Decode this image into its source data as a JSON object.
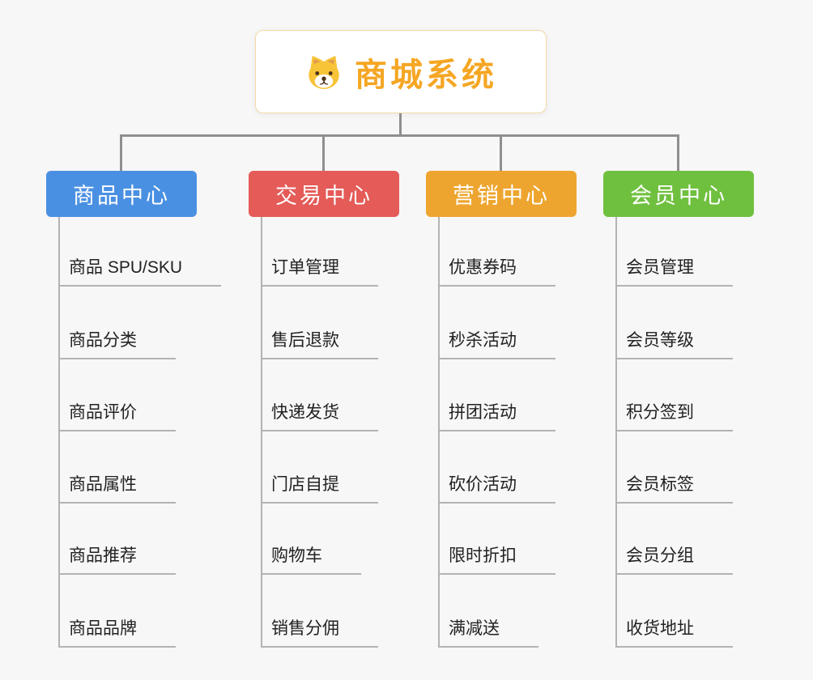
{
  "root": {
    "title": "商城系统",
    "icon": "dog-icon",
    "title_color": "#f5a623"
  },
  "branches": [
    {
      "label": "商品中心",
      "color": "#4a90e2",
      "children": [
        "商品 SPU/SKU",
        "商品分类",
        "商品评价",
        "商品属性",
        "商品推荐",
        "商品品牌"
      ]
    },
    {
      "label": "交易中心",
      "color": "#e45b57",
      "children": [
        "订单管理",
        "售后退款",
        "快递发货",
        "门店自提",
        "购物车",
        "销售分佣"
      ]
    },
    {
      "label": "营销中心",
      "color": "#eea52f",
      "children": [
        "优惠券码",
        "秒杀活动",
        "拼团活动",
        "砍价活动",
        "限时折扣",
        "满减送"
      ]
    },
    {
      "label": "会员中心",
      "color": "#70c040",
      "children": [
        "会员管理",
        "会员等级",
        "积分签到",
        "会员标签",
        "会员分组",
        "收货地址"
      ]
    }
  ]
}
